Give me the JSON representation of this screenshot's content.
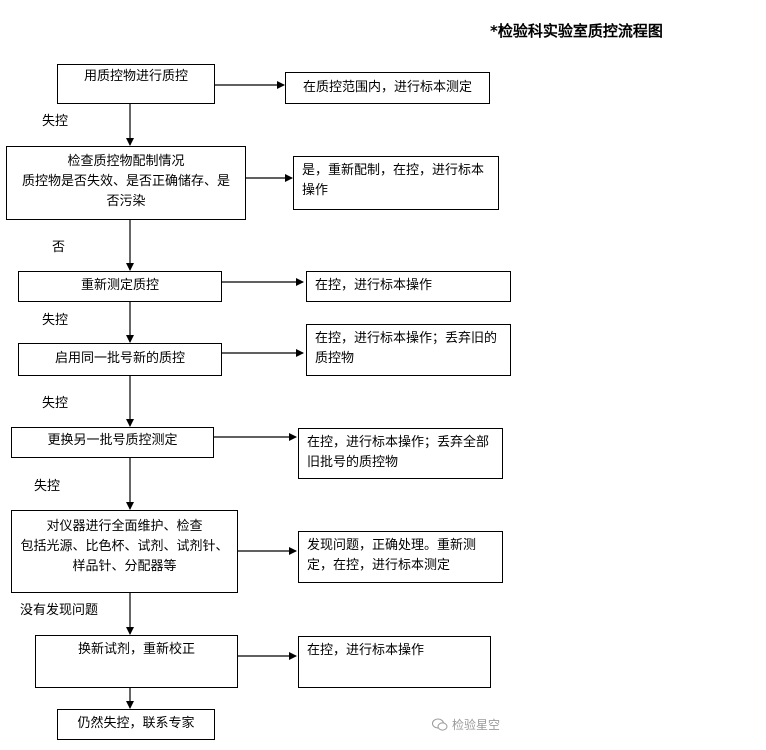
{
  "title": "*检验科实验室质控流程图",
  "steps": [
    {
      "lines": [
        "用质控物进行质控"
      ],
      "result": "在质控范围内，进行标本测定"
    },
    {
      "lines": [
        "检查质控物配制情况",
        "质控物是否失效、是否正确储存、是",
        "否污染"
      ],
      "result": "是，重新配制，在控，进行标本操作"
    },
    {
      "lines": [
        "重新测定质控"
      ],
      "result": "在控，进行标本操作"
    },
    {
      "lines": [
        "启用同一批号新的质控"
      ],
      "result": "在控，进行标本操作；丢弃旧的质控物"
    },
    {
      "lines": [
        "更换另一批号质控测定"
      ],
      "result": "在控，进行标本操作；丢弃全部旧批号的质控物"
    },
    {
      "lines": [
        "对仪器进行全面维护、检查",
        "包括光源、比色杯、试剂、试剂针、",
        "样品针、分配器等"
      ],
      "result": "发现问题，正确处理。重新测定，在控，进行标本测定"
    },
    {
      "lines": [
        "换新试剂，重新校正"
      ],
      "result": "在控，进行标本操作"
    },
    {
      "lines": [
        "仍然失控，联系专家"
      ]
    }
  ],
  "edge_labels": [
    "失控",
    "否",
    "失控",
    "失控",
    "失控",
    "没有发现问题"
  ],
  "watermark": "检验星空"
}
